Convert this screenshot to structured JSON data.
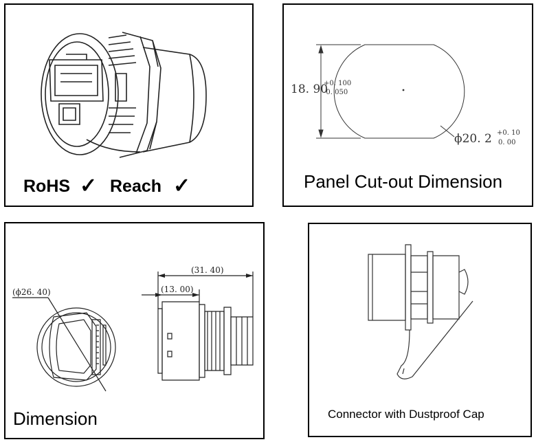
{
  "panels": {
    "product": {
      "rohs_label": "RoHS",
      "reach_label": "Reach",
      "check_glyph": "✓"
    },
    "cutout": {
      "height_value": "18. 90",
      "height_tol_plus": "+0. 100",
      "height_tol_minus": "-0. 050",
      "diameter_value": "ϕ20. 2",
      "diameter_tol_plus": "+0. 10",
      "diameter_tol_minus": "0. 00",
      "title": "Panel Cut-out Dimension"
    },
    "dimension": {
      "diameter_label": "(ϕ26. 40)",
      "overall_length": "(31. 40)",
      "flange_length": "(13. 00)",
      "title": "Dimension"
    },
    "dustcap": {
      "title": "Connector with Dustproof Cap"
    }
  }
}
